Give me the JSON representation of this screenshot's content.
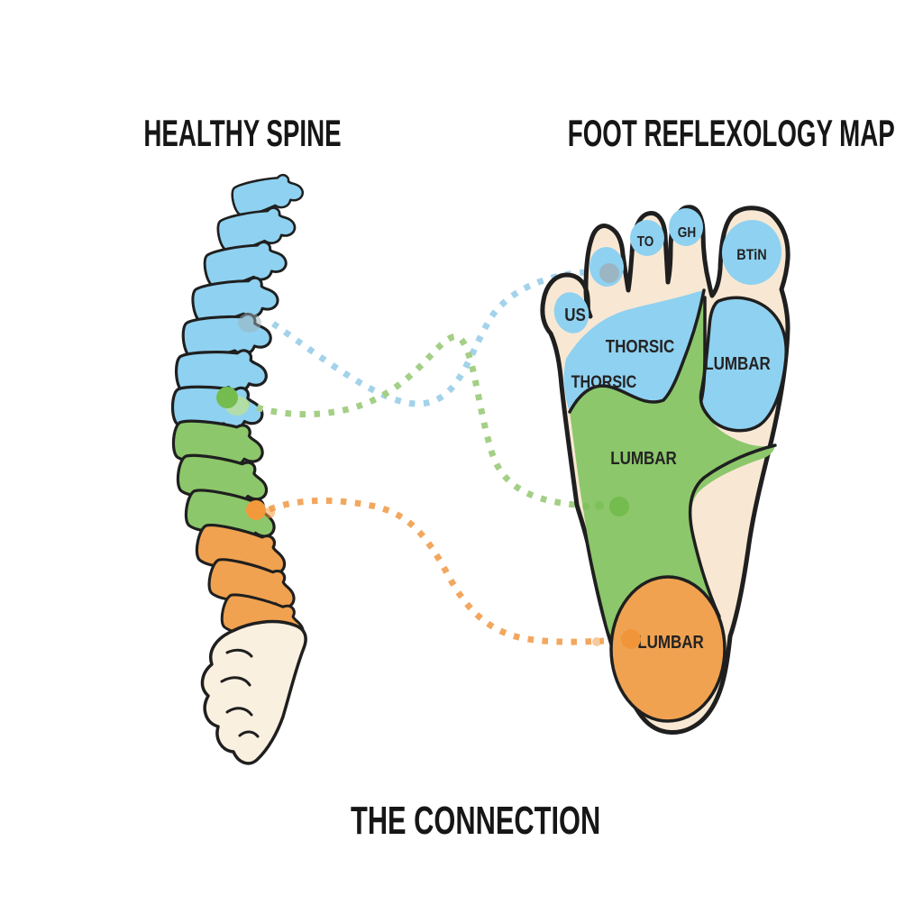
{
  "titles": {
    "spine": "HEALTHY SPINE",
    "foot": "FOOT REFLEXOLOGY MAP",
    "connection": "THE CONNECTION"
  },
  "foot_labels": {
    "toe_little": "US",
    "toe_third": "TO",
    "toe_second": "GH",
    "toe_big": "BTiN",
    "ball_upper": "THORSIC",
    "ball_lower": "THORSIC",
    "ball_right": "LUMBAR",
    "arch": "LUMBAR",
    "heel": "LUMBAR"
  },
  "colors": {
    "blue": "#8fd1f0",
    "green": "#8cc76b",
    "orange": "#f0a250",
    "cream": "#f8e8d3",
    "bone": "#faf0e0",
    "outline": "#1f1f1f",
    "line-blue": "#a3d2eb",
    "line-green": "#a4cf86",
    "line-orange": "#f2a75f",
    "dot-green": "#74bc4e",
    "dot-orange": "#f0953a",
    "dot-gray": "#9db2ba"
  }
}
